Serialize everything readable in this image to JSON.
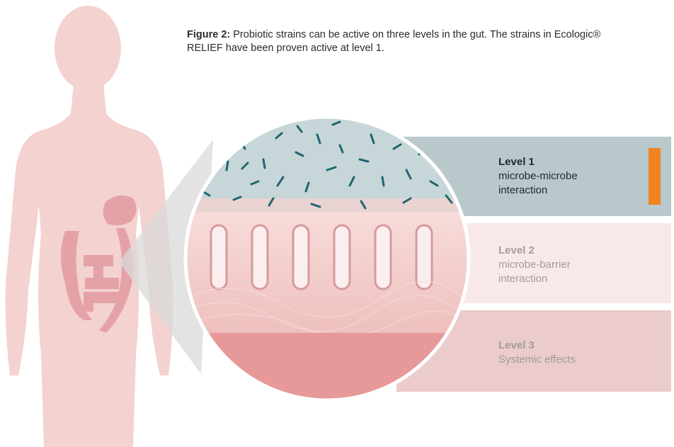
{
  "caption": {
    "label": "Figure 2:",
    "text": "Probiotic strains can be active on three levels in the gut. The strains in Ecologic® RELIEF have been proven active at level 1."
  },
  "levels": [
    {
      "title": "Level 1",
      "line1": "microbe-microbe",
      "line2": "interaction",
      "active": true
    },
    {
      "title": "Level 2",
      "line1": "microbe-barrier",
      "line2": "interaction",
      "active": false
    },
    {
      "title": "Level 3",
      "line1": "Systemic effects",
      "line2": "",
      "active": false
    }
  ],
  "colors": {
    "body": "#f3d2cf",
    "organs": "#e5a2a6",
    "level1_band": "#b8c8cb",
    "level2_band": "#f8e9e8",
    "level3_band": "#ebcbcb",
    "marker": "#f08421",
    "microbes": "#1f6570"
  }
}
